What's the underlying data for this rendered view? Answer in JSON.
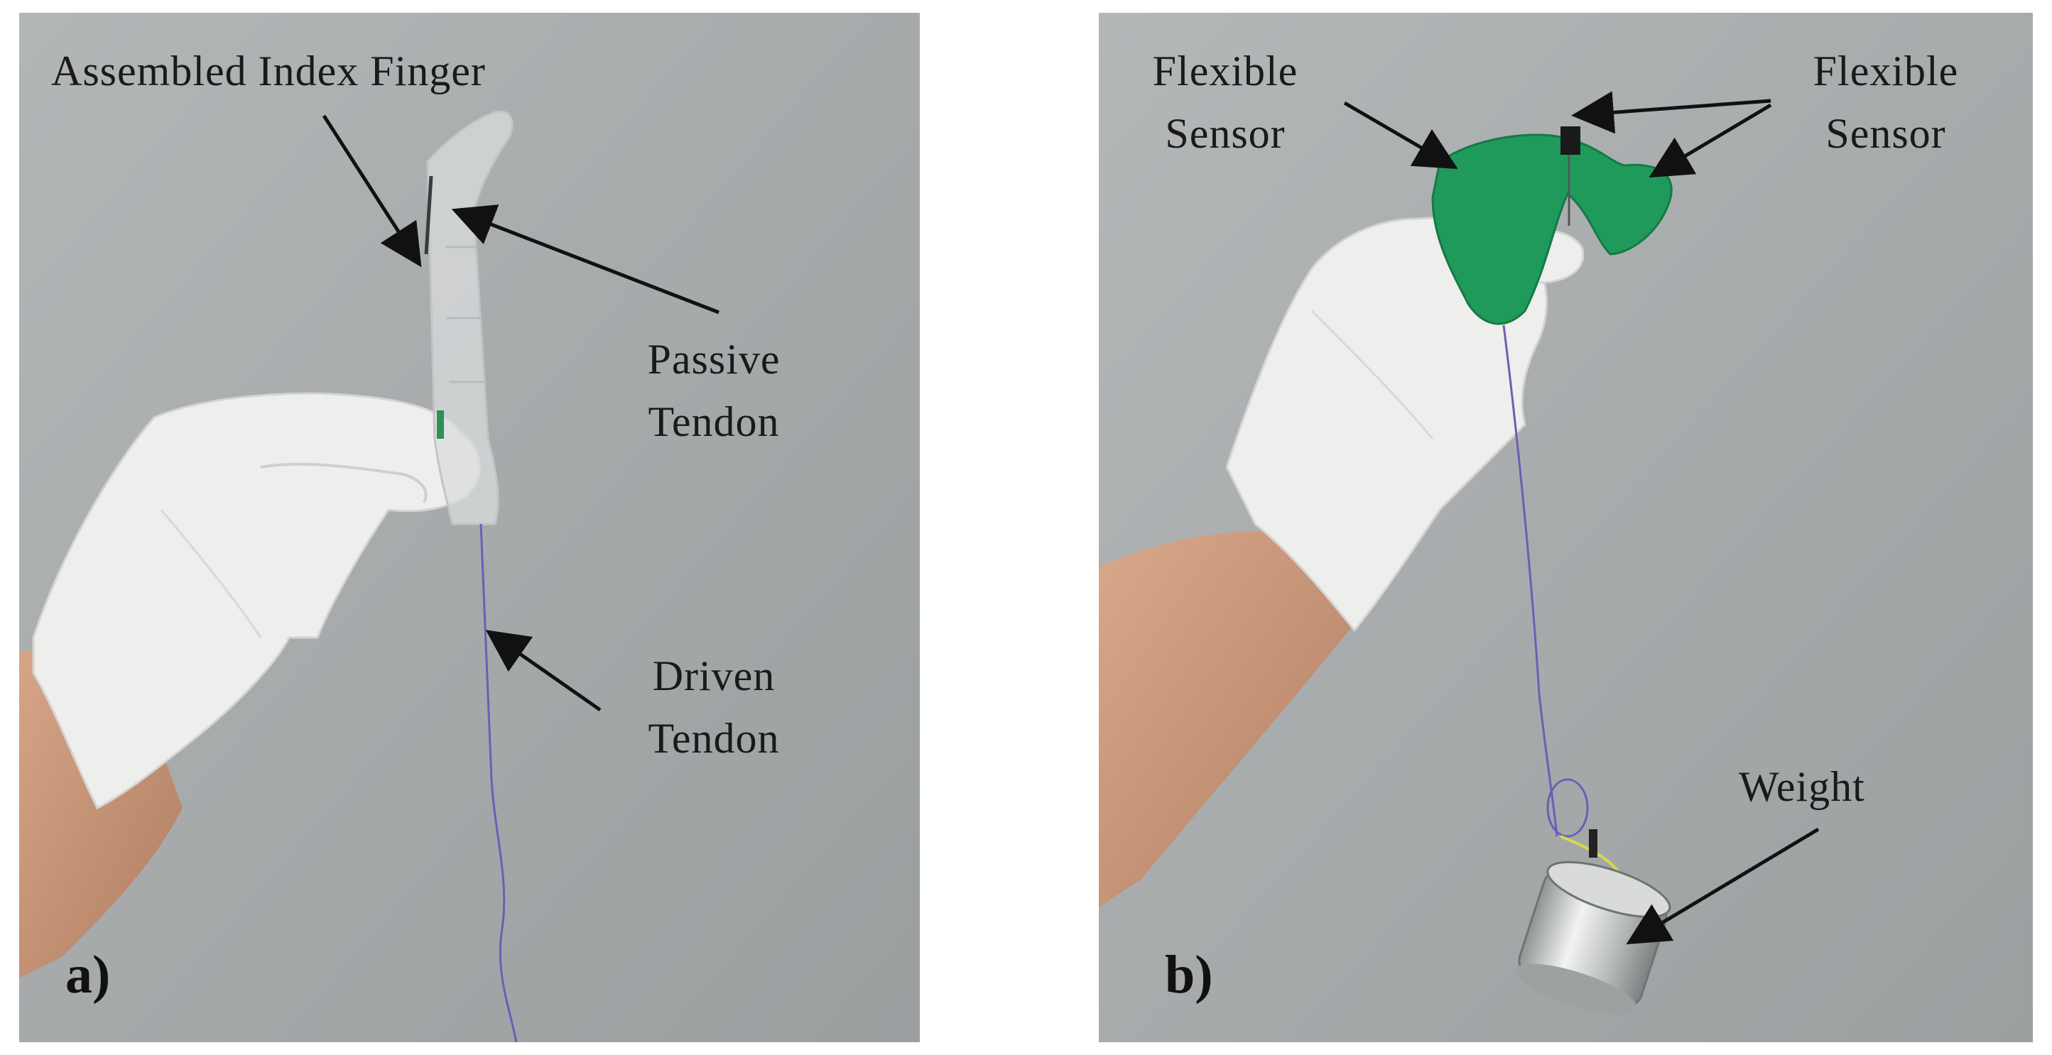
{
  "panel_a": {
    "label": "a)",
    "annotations": {
      "assembled_index_finger": "Assembled Index Finger",
      "passive_tendon_line1": "Passive",
      "passive_tendon_line2": "Tendon",
      "driven_tendon_line1": "Driven",
      "driven_tendon_line2": "Tendon"
    }
  },
  "panel_b": {
    "label": "b)",
    "annotations": {
      "flexible_sensor_left_line1": "Flexible",
      "flexible_sensor_left_line2": "Sensor",
      "flexible_sensor_right_line1": "Flexible",
      "flexible_sensor_right_line2": "Sensor",
      "weight": "Weight"
    }
  },
  "colors": {
    "background": "#a6aaab",
    "glove": "#eeeeec",
    "skin": "#c9977a",
    "sensor_sleeve": "#1f9a5a",
    "tendon": "#6a5fb5"
  }
}
